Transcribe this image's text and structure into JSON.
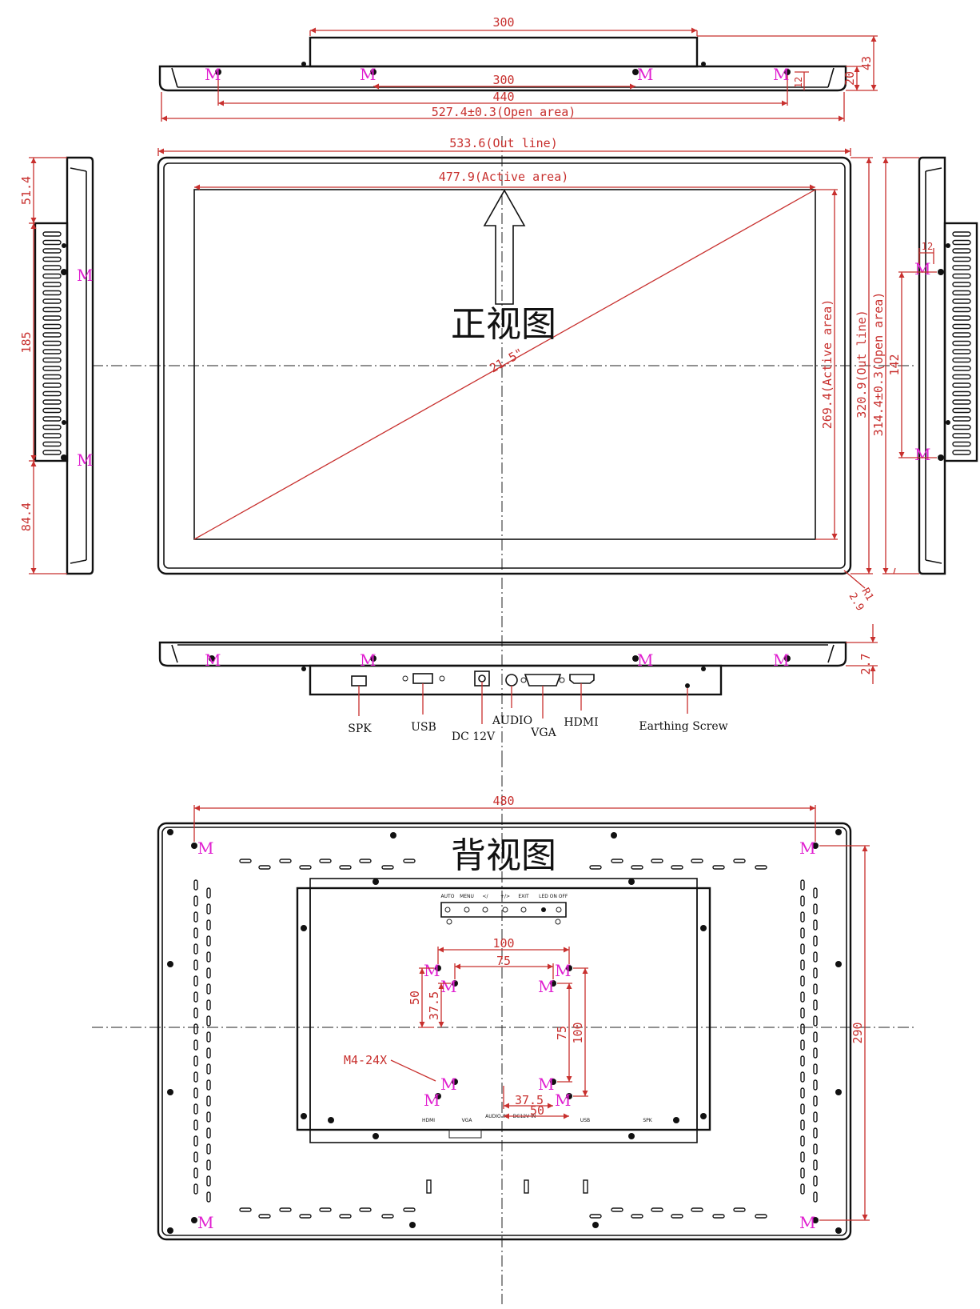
{
  "top_view": {
    "dims": {
      "back_width": "300",
      "inner_mount": "300",
      "mount": "440",
      "open_area": "527.4±0.3(Open area)",
      "depth_bezel": "20",
      "depth_total": "43",
      "edge": "12"
    }
  },
  "front_view": {
    "title": "正视图",
    "diagonal": "21.5\"",
    "dims": {
      "outline_width": "533.6(Out line)",
      "active_width": "477.9(Active area)",
      "active_height": "269.4(Active area)",
      "outline_height": "320.9(Out line)",
      "open_height": "314.4±0.3(Open area)",
      "radius": "R1",
      "chamfer": "2.9"
    }
  },
  "left_side": {
    "dims": {
      "top": "51.4",
      "middle": "185",
      "bottom": "84.4"
    }
  },
  "right_side": {
    "dims": {
      "edge": "12",
      "spacing": "142"
    }
  },
  "bottom_view": {
    "dims": {
      "lip": "2.7"
    },
    "ports": [
      {
        "label": "SPK"
      },
      {
        "label": "USB"
      },
      {
        "label": "DC 12V"
      },
      {
        "label": "AUDIO"
      },
      {
        "label": "VGA"
      },
      {
        "label": "HDMI"
      },
      {
        "label": "Earthing Screw"
      }
    ]
  },
  "back_view": {
    "title": "背视图",
    "screw_note": "M4-24X",
    "dims": {
      "width": "480",
      "height": "290",
      "vesa_100_w": "100",
      "vesa_75_w": "75",
      "vesa_50_h": "50",
      "vesa_37_5_h": "37.5",
      "vesa_75_h": "75",
      "vesa_100_h": "100",
      "bottom_37_5": "37.5",
      "bottom_50": "50"
    },
    "buttons": [
      "AUTO",
      "MENU",
      "</",
      "+/>",
      "EXIT",
      "LED",
      "ON OFF"
    ],
    "bottom_ports": [
      "HDMI",
      "VGA",
      "AUDIO IN",
      "DC12V IN",
      "USB",
      "SPK"
    ]
  },
  "marker_letter": "M"
}
